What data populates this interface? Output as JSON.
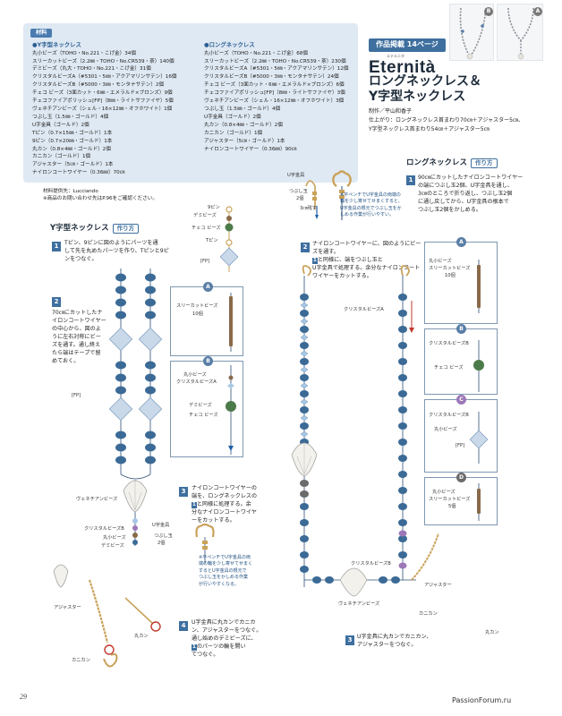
{
  "materials": {
    "tag": "材料",
    "y": {
      "title": "●Y字型ネックレス",
      "items": [
        "丸小ビーズ（TOHO・No.221・こげ金）34個",
        "スリーカットビーズ（2.2㎜・TOHO・No.CR539・茶）140個",
        "デミビーズ（丸大・TOHO・No.221・こげ金）31個",
        "クリスタルビーズA（#5301・5㎜・アクアマリンサテン）16個",
        "クリスタルビーズB（#5000・3㎜・モンタナサテン）2個",
        "チェコ ビーズ（3面カット・6㎜・エメラルド×ブロンズ）9個",
        "チェコファイアポリッシュ[FP]（8㎜・ライトサファイヤ）5個",
        "ヴェネチアンビーズ（シェル・16×12㎜・オフホワイト）1個",
        "つぶし玉（1.5㎜・ゴールド）4個",
        "U字金具（ゴールド）2個",
        "Tピン（0.7×15㎜・ゴールド）1本",
        "9ピン（0.7×20㎜・ゴールド）1本",
        "丸カン（0.8×4㎜・ゴールド）2個",
        "カニカン（ゴールド）1個",
        "アジャスター（5㎝・ゴールド）1本",
        "ナイロンコートワイヤー（0.36㎜）70㎝"
      ]
    },
    "long": {
      "title": "●ロングネックレス",
      "items": [
        "丸小ビーズ（TOHO・No.221・こげ金）68個",
        "スリーカットビーズ（2.2㎜・TOHO・No.CR539・茶）230個",
        "クリスタルビーズA（#5301・5㎜・アクアマリンサテン）12個",
        "クリスタルビーズB（#5000・3㎜・モンタナサテン）24個",
        "チェコ ビーズ（3面カット・6㎜・エメラルド×ブロンズ）6個",
        "チェコファイアポリッシュ[FP]（8㎜・ライトサファイヤ）3個",
        "ヴェネチアンビーズ（シェル・16×12㎜・オフホワイト）3個",
        "つぶし玉（1.5㎜・ゴールド）4個",
        "U字金具（ゴールド）2個",
        "丸カン（0.8×4㎜・ゴールド）2個",
        "カニカン（ゴールド）1個",
        "アジャスター（5㎝・ゴールド）1本",
        "ナイロンコートワイヤー（0.36㎜）90㎝"
      ]
    },
    "supplier": "材料提供先：Lucciando",
    "note": "※商品のお問い合わせ先はP.96をご確認ください。"
  },
  "header": {
    "ref_tag": "作品掲載 14ページ",
    "series_kana": "エテルニタ",
    "series": "Eternità",
    "title1": "ロングネックレス＆",
    "title2": "Y字型ネックレス",
    "maker": "制作／平山和香子",
    "size1": "仕上がり：ロングネックレス首まわり70㎝＋アジャスター5㎝、",
    "size2": "Y字型ネックレス首まわり54㎝＋アジャスター5㎝",
    "photo_badges": [
      "B",
      "A"
    ]
  },
  "y_section": {
    "heading": "Y字型ネックレス",
    "how": "作り方",
    "step1": [
      "Tピン、9ピンに図のようにパーツを通",
      "して先を丸めたパーツを作り、Tピンと9ピ",
      "ンをつなぐ。"
    ],
    "step2": [
      "70㎝にカットしたナ",
      "イロンコートワイヤー",
      "の中心から、図のよ",
      "うに左右対称にビー",
      "ズを通す。通し終え",
      "たら端はテープで留",
      "めておく。"
    ],
    "step3": [
      "ナイロンコートワイヤーの",
      "端を、ロングネックレスの",
      "と同様に処理する。余",
      "分なナイロンコートワイヤ",
      "ーをカットする。"
    ],
    "step4": [
      "U字金具に丸カンでカニカ",
      "ン、アジャスターをつなぐ。",
      "通し始めのデミビーズに、",
      "のパーツの輪を開い",
      "てつなぐ。"
    ],
    "ref1": "1",
    "labels": {
      "pin9": "9ピン",
      "demi": "デミビーズ",
      "czech": "チェコ ビーズ",
      "tpin": "Tピン",
      "fp": "[FP]",
      "three_cut": "スリーカットビーズ",
      "count10": "10個",
      "maru": "丸小ビーズ",
      "crystalB": "クリスタルビーズB",
      "crystalA": "クリスタルビーズA",
      "venetian": "ヴェネチアンビーズ",
      "adjuster": "アジャスター",
      "kanikan": "カニカン",
      "marukan": "丸カン",
      "ukanagu": "U字金具",
      "tsubushi": "つぶし玉",
      "count2": "2個",
      "tip": [
        "※平ペンチでU字金具の両",
        "端の輪を少し寄せてせまく",
        "するとU字金具の根元で",
        "つぶし玉をかしめる作業",
        "が行いやすくなる。"
      ]
    }
  },
  "long_section": {
    "heading": "ロングネックレス",
    "how": "作り方",
    "step1": [
      "90㎝にカットしたナイロンコートワイヤー",
      "の端につぶし玉2個、U字金具を通し、",
      "3㎝のところで折り返し、つぶし玉2個",
      "に通し戻してから、U字金具の根本で",
      "つぶし玉2個をかしめる。"
    ],
    "step2": [
      "ナイロンコートワイヤーに、図のようにビー",
      "ズを通す。",
      "と同様に、端をつぶし玉と",
      "U字金具で処理する。余分なナイロンコート",
      "ワイヤーをカットする。"
    ],
    "step3": [
      "U字金具に丸カンでカニカン、",
      "アジャスターをつなぐ。"
    ],
    "tip": [
      "※平ペンチでU字金具の両端の",
      "輪を少し寄せてせまくすると、",
      "U字金具の根元でつぶし玉をか",
      "しめる作業が行いやすい。"
    ],
    "ref1": "1",
    "labels": {
      "ukanagu": "U字金具",
      "tsubushi": "つぶし玉",
      "count2": "2個",
      "fold": "3㎝残す",
      "crystalA": "クリスタルビーズA",
      "crystalB": "クリスタルビーズB",
      "venetian": "ヴェネチアンビーズ",
      "adjuster": "アジャスター",
      "kanikan": "カニカン",
      "marukan": "丸カン",
      "three_cut": "スリーカットビーズ",
      "maru": "丸小ビーズ",
      "czech": "チェコ ビーズ",
      "fp": "[FP]",
      "count10": "10個",
      "count5": "5個"
    }
  },
  "boxes": {
    "A": "A",
    "B": "B",
    "C": "C",
    "D": "D"
  },
  "colors": {
    "navy_bead": "#2c4f75",
    "light_bead": "#a8c7e4",
    "green_bead": "#4d7a4a",
    "gold": "#c9a25a",
    "blue_accent": "#3e6f9f"
  },
  "page_number": "29",
  "watermark": "PassionForum.ru"
}
